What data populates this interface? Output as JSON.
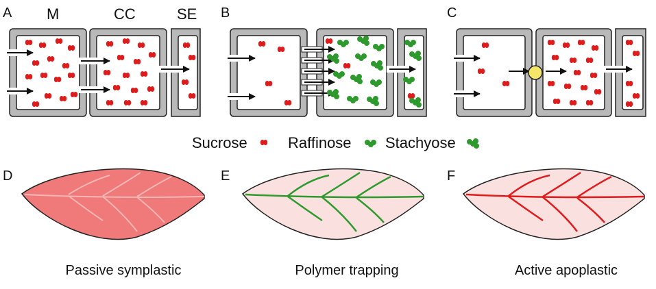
{
  "panels": {
    "a": "A",
    "b": "B",
    "c": "C",
    "d": "D",
    "e": "E",
    "f": "F"
  },
  "cells": {
    "m": "M",
    "cc": "CC",
    "se": "SE"
  },
  "legend": {
    "sucrose": "Sucrose",
    "raffinose": "Raffinose",
    "stachyose": "Stachyose"
  },
  "captions": {
    "passive": "Passive symplastic",
    "polymer": "Polymer trapping",
    "active": "Active apoplastic"
  },
  "colors": {
    "sucrose": "#e01b1b",
    "oligosaccharide": "#2e9a2e",
    "cell_wall": "#b9b9b9",
    "transporter": "#f5e66a",
    "leaf_passive_fill": "#f07a7a",
    "leaf_polymer_fill": "#fbe0e0",
    "leaf_polymer_vein": "#2e9a2e",
    "leaf_active_fill": "#fbe0e0",
    "leaf_active_vein": "#e01b1b"
  },
  "icons": [
    "sucrose-icon",
    "raffinose-icon",
    "stachyose-icon",
    "arrow-icon",
    "transporter-icon",
    "leaf-icon"
  ]
}
